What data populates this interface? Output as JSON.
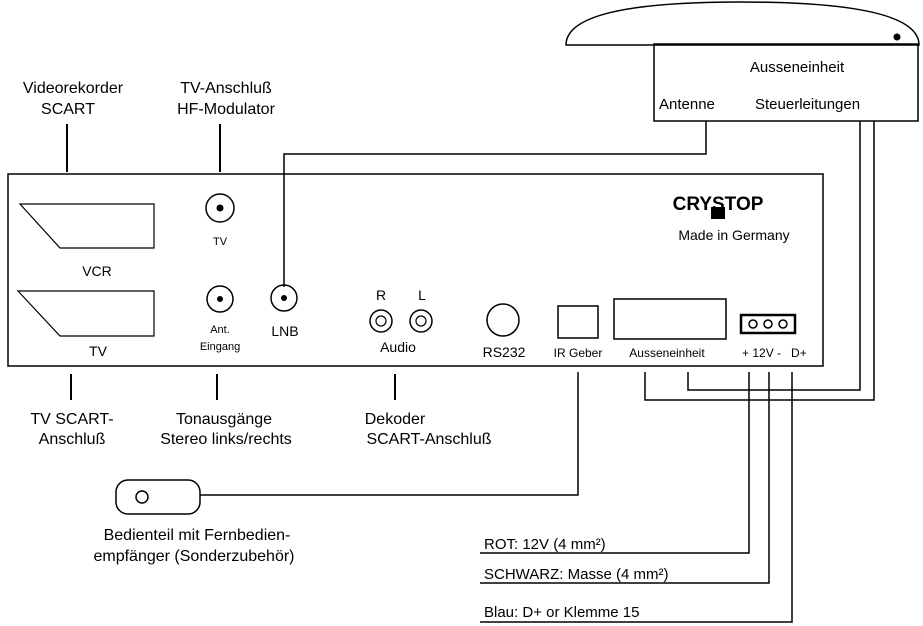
{
  "outdoor_unit": {
    "title": "Ausseneinheit",
    "antenna_label": "Antenne",
    "control_label": "Steuerleitungen"
  },
  "brand": {
    "name": "CRYSTOP",
    "origin": "Made in Germany"
  },
  "ports": {
    "vcr": "VCR",
    "tv_scart": "TV",
    "tv_modulator": "TV",
    "ant_line1": "Ant.",
    "ant_line2": "Eingang",
    "lnb": "LNB",
    "audio_r": "R",
    "audio_l": "L",
    "audio": "Audio",
    "rs232": "RS232",
    "ir": "IR Geber",
    "outdoor_socket": "Ausseneinheit",
    "power": "+ 12V -   D+"
  },
  "callouts": {
    "vcr_line1": "Videorekorder",
    "vcr_line2": "SCART",
    "tv_conn_line1": "TV-Anschluß",
    "tv_conn_line2": "HF-Modulator",
    "tv_scart_line1": "TV SCART-",
    "tv_scart_line2": "Anschluß",
    "tone_line1": "Tonausgänge",
    "tone_line2": "Stereo links/rechts",
    "decoder_line1": "Dekoder",
    "decoder_line2": "SCART-Anschluß",
    "remote_line1": "Bedienteil mit Fernbedien-",
    "remote_line2": "empfänger (Sonderzubehör)"
  },
  "wires": {
    "red": "ROT: 12V (4 mm²)",
    "black": "SCHWARZ: Masse (4 mm²)",
    "blue": "Blau: D+ or Klemme 15"
  }
}
